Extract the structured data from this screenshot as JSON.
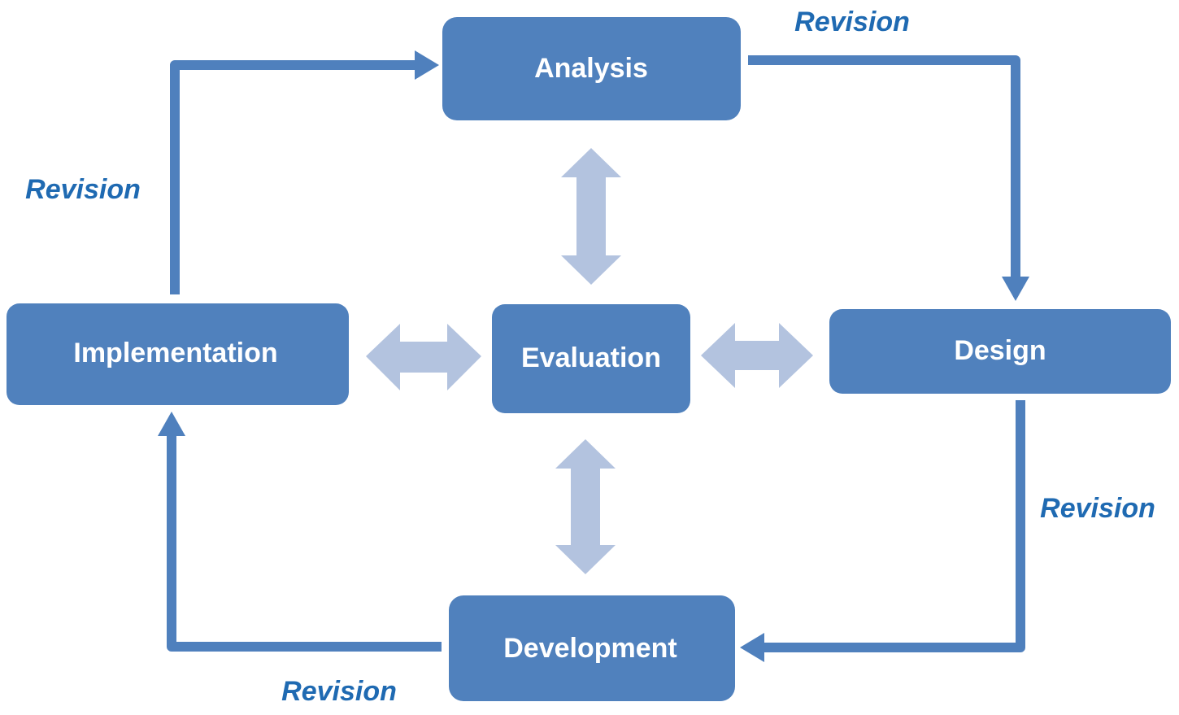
{
  "colors": {
    "box_fill": "#5081bd",
    "flow_arrow": "#4f80bd",
    "exchange_arrow": "#b3c3df",
    "revision_text": "#1f6ab2",
    "background": "#ffffff"
  },
  "phases": {
    "analysis": "Analysis",
    "design": "Design",
    "development": "Development",
    "implementation": "Implementation",
    "evaluation": "Evaluation"
  },
  "revisions": {
    "analysis_to_design": "Revision",
    "design_to_development": "Revision",
    "development_to_implementation": "Revision",
    "implementation_to_analysis": "Revision"
  }
}
